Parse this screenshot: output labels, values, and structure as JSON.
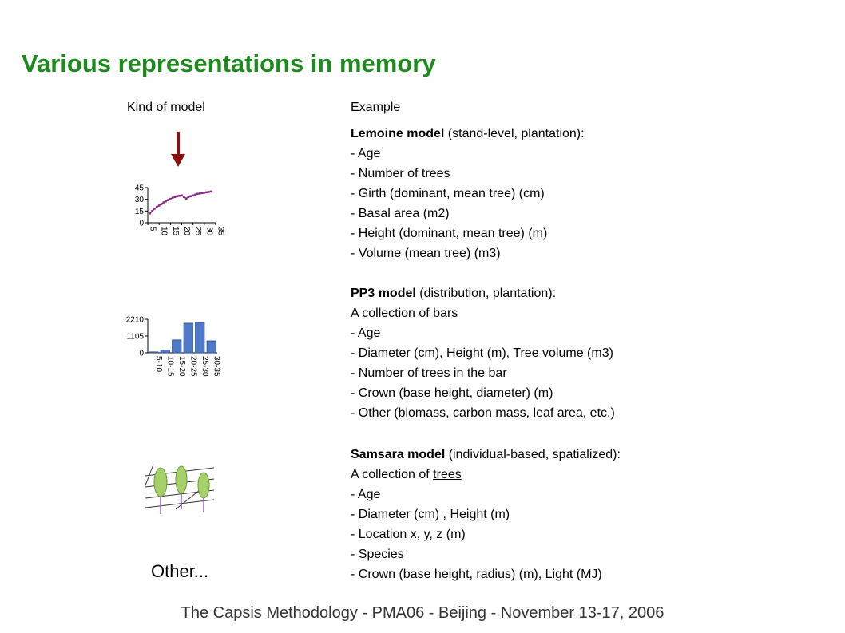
{
  "title": "Various representations in memory",
  "columns": {
    "kind": "Kind of model",
    "example": "Example"
  },
  "colors": {
    "title": "#1d8a1d",
    "arrow": "#8b0e0e",
    "line_series": "#8a2c8a",
    "bars": "#4e7ac7"
  },
  "icons": [
    "down-arrow-icon",
    "tree-scene-icon"
  ],
  "models": [
    {
      "name": "Lemoine model",
      "desc": " (stand-level, plantation):",
      "intro": "",
      "items": [
        "- Age",
        "- Number of trees",
        "- Girth (dominant, mean tree) (cm)",
        "- Basal area (m2)",
        "- Height (dominant, mean tree) (m)",
        "- Volume (mean tree) (m3)"
      ]
    },
    {
      "name": "PP3 model",
      "desc": " (distribution, plantation):",
      "intro_prefix": "A collection of ",
      "intro_link": "bars",
      "items": [
        "- Age",
        "- Diameter (cm), Height (m), Tree volume (m3)",
        "- Number of trees in the bar",
        "- Crown (base height, diameter) (m)",
        "- Other (biomass, carbon mass, leaf area, etc.)"
      ]
    },
    {
      "name": "Samsara model",
      "desc": " (individual-based, spatialized):",
      "intro_prefix": "A collection of ",
      "intro_link": "trees",
      "items": [
        "- Age",
        "- Diameter (cm) , Height (m)",
        "- Location x, y, z (m)",
        "- Species",
        "- Crown (base height, radius) (m), Light (MJ)"
      ]
    }
  ],
  "other_label": "Other...",
  "footer": "The Capsis Methodology - PMA06 - Beijing - November 13-17, 2006",
  "chart_data": [
    {
      "type": "line",
      "x": [
        6,
        7,
        8,
        9,
        10,
        11,
        12,
        13,
        14,
        15,
        16,
        17,
        18,
        19,
        20,
        21,
        22,
        23,
        24,
        25,
        26,
        27,
        28,
        29,
        30,
        31,
        32,
        33
      ],
      "values": [
        12,
        15,
        18,
        20,
        22,
        24,
        26,
        27.5,
        29,
        30.5,
        32,
        33,
        34,
        34.5,
        35,
        33,
        31,
        33,
        34,
        35,
        36,
        37,
        37.5,
        38,
        38.5,
        39,
        39.5,
        40
      ],
      "xticks": [
        "5",
        "10",
        "15",
        "20",
        "25",
        "30",
        "35"
      ],
      "yticks": [
        "45",
        "30",
        "15",
        "0"
      ],
      "xlim": [
        5,
        35
      ],
      "ylim": [
        0,
        45
      ]
    },
    {
      "type": "bar",
      "categories": [
        "5-10",
        "10-15",
        "15-20",
        "20-25",
        "25-30",
        "30-35"
      ],
      "values": [
        60,
        180,
        850,
        1950,
        2000,
        790
      ],
      "yticks": [
        "2210",
        "1105",
        "0"
      ],
      "ylim": [
        0,
        2210
      ]
    }
  ]
}
